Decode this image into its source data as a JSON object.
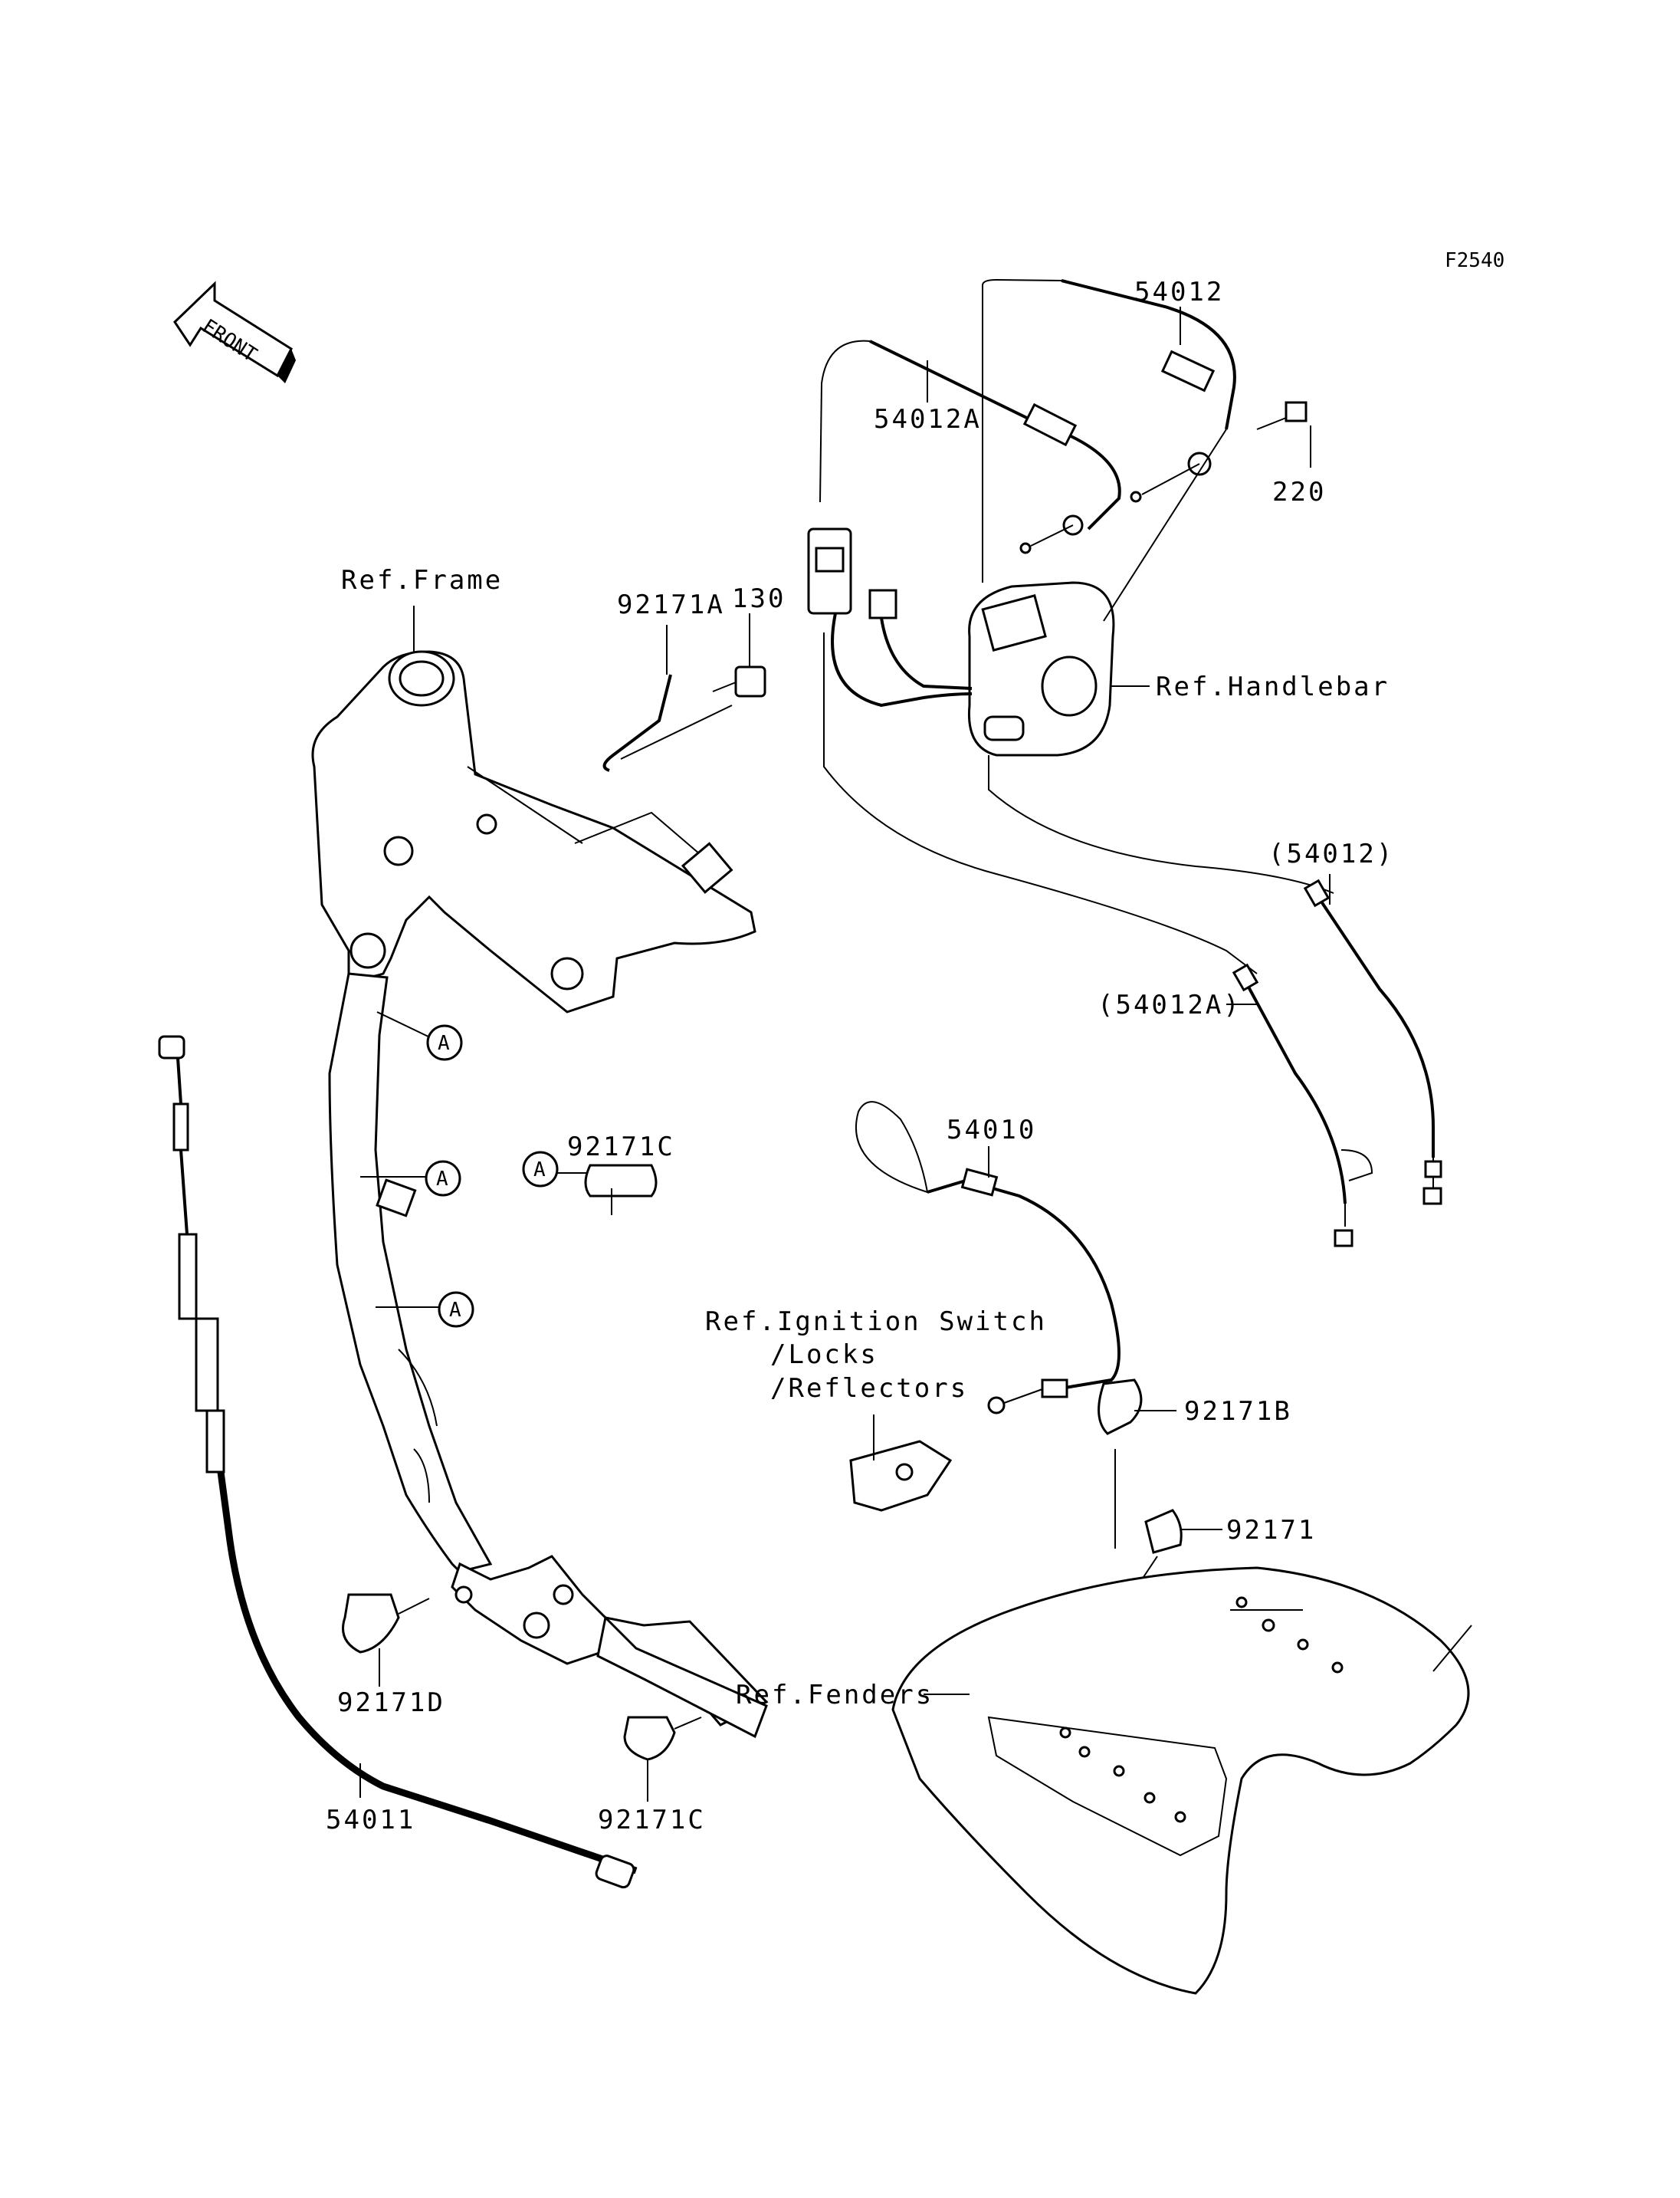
{
  "figure_code": "F2540",
  "front_arrow_label": "FRONT",
  "callout_symbol": "A",
  "labels": {
    "p54012": "54012",
    "p54012a": "54012A",
    "p220": "220",
    "ref_frame": "Ref.Frame",
    "p92171a": "92171A",
    "p130": "130",
    "ref_handlebar": "Ref.Handlebar",
    "p54012_paren": "(54012)",
    "p54012a_paren": "(54012A)",
    "p92171c_top": "92171C",
    "p54010": "54010",
    "ref_ignition_1": "Ref.Ignition Switch",
    "ref_ignition_2": "/Locks",
    "ref_ignition_3": "/Reflectors",
    "p92171b": "92171B",
    "p92171": "92171",
    "ref_fenders": "Ref.Fenders",
    "p92171d": "92171D",
    "p92171c_bottom": "92171C",
    "p54011": "54011"
  }
}
